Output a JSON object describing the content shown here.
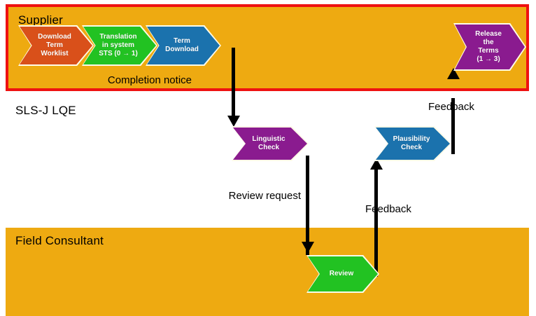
{
  "diagram": {
    "title": "Terminology workflow swimlane diagram",
    "lanes": [
      {
        "id": "supplier",
        "label": "Supplier",
        "fill": "#eeaa11",
        "border": "#ee1111"
      },
      {
        "id": "lqe",
        "label": "SLS-J LQE",
        "fill": "#ffffff",
        "border": "none"
      },
      {
        "id": "field",
        "label": "Field Consultant",
        "fill": "#eeaa11",
        "border": "none"
      }
    ],
    "steps": [
      {
        "id": "download-term-worklist",
        "lane": "supplier",
        "label": "Download\nTerm\nWorklist",
        "color": "#d9501a"
      },
      {
        "id": "translation-in-system",
        "lane": "supplier",
        "label": "Translation\nin system\nSTS (0 → 1)",
        "color": "#22c222"
      },
      {
        "id": "term-download",
        "lane": "supplier",
        "label": "Term\nDownload",
        "color": "#1b72ad"
      },
      {
        "id": "release-the-terms",
        "lane": "supplier",
        "label": "Release\nthe\nTerms\n(1 → 3)",
        "color": "#8a1b8f"
      },
      {
        "id": "linguistic-check",
        "lane": "lqe",
        "label": "Linguistic\nCheck",
        "color": "#8a1b8f"
      },
      {
        "id": "plausibility-check",
        "lane": "lqe",
        "label": "Plausibility\nCheck",
        "color": "#1b72ad"
      },
      {
        "id": "review",
        "lane": "field",
        "label": "Review",
        "color": "#22c222"
      }
    ],
    "connectors": [
      {
        "id": "completion-notice",
        "label": "Completion notice",
        "direction": "down",
        "from": "term-download",
        "to": "linguistic-check"
      },
      {
        "id": "review-request",
        "label": "Review request",
        "direction": "down",
        "from": "linguistic-check",
        "to": "review"
      },
      {
        "id": "feedback-review",
        "label": "Feedback",
        "direction": "up",
        "from": "review",
        "to": "plausibility-check"
      },
      {
        "id": "feedback-release",
        "label": "Feedback",
        "direction": "up",
        "from": "plausibility-check",
        "to": "release-the-terms"
      }
    ]
  }
}
